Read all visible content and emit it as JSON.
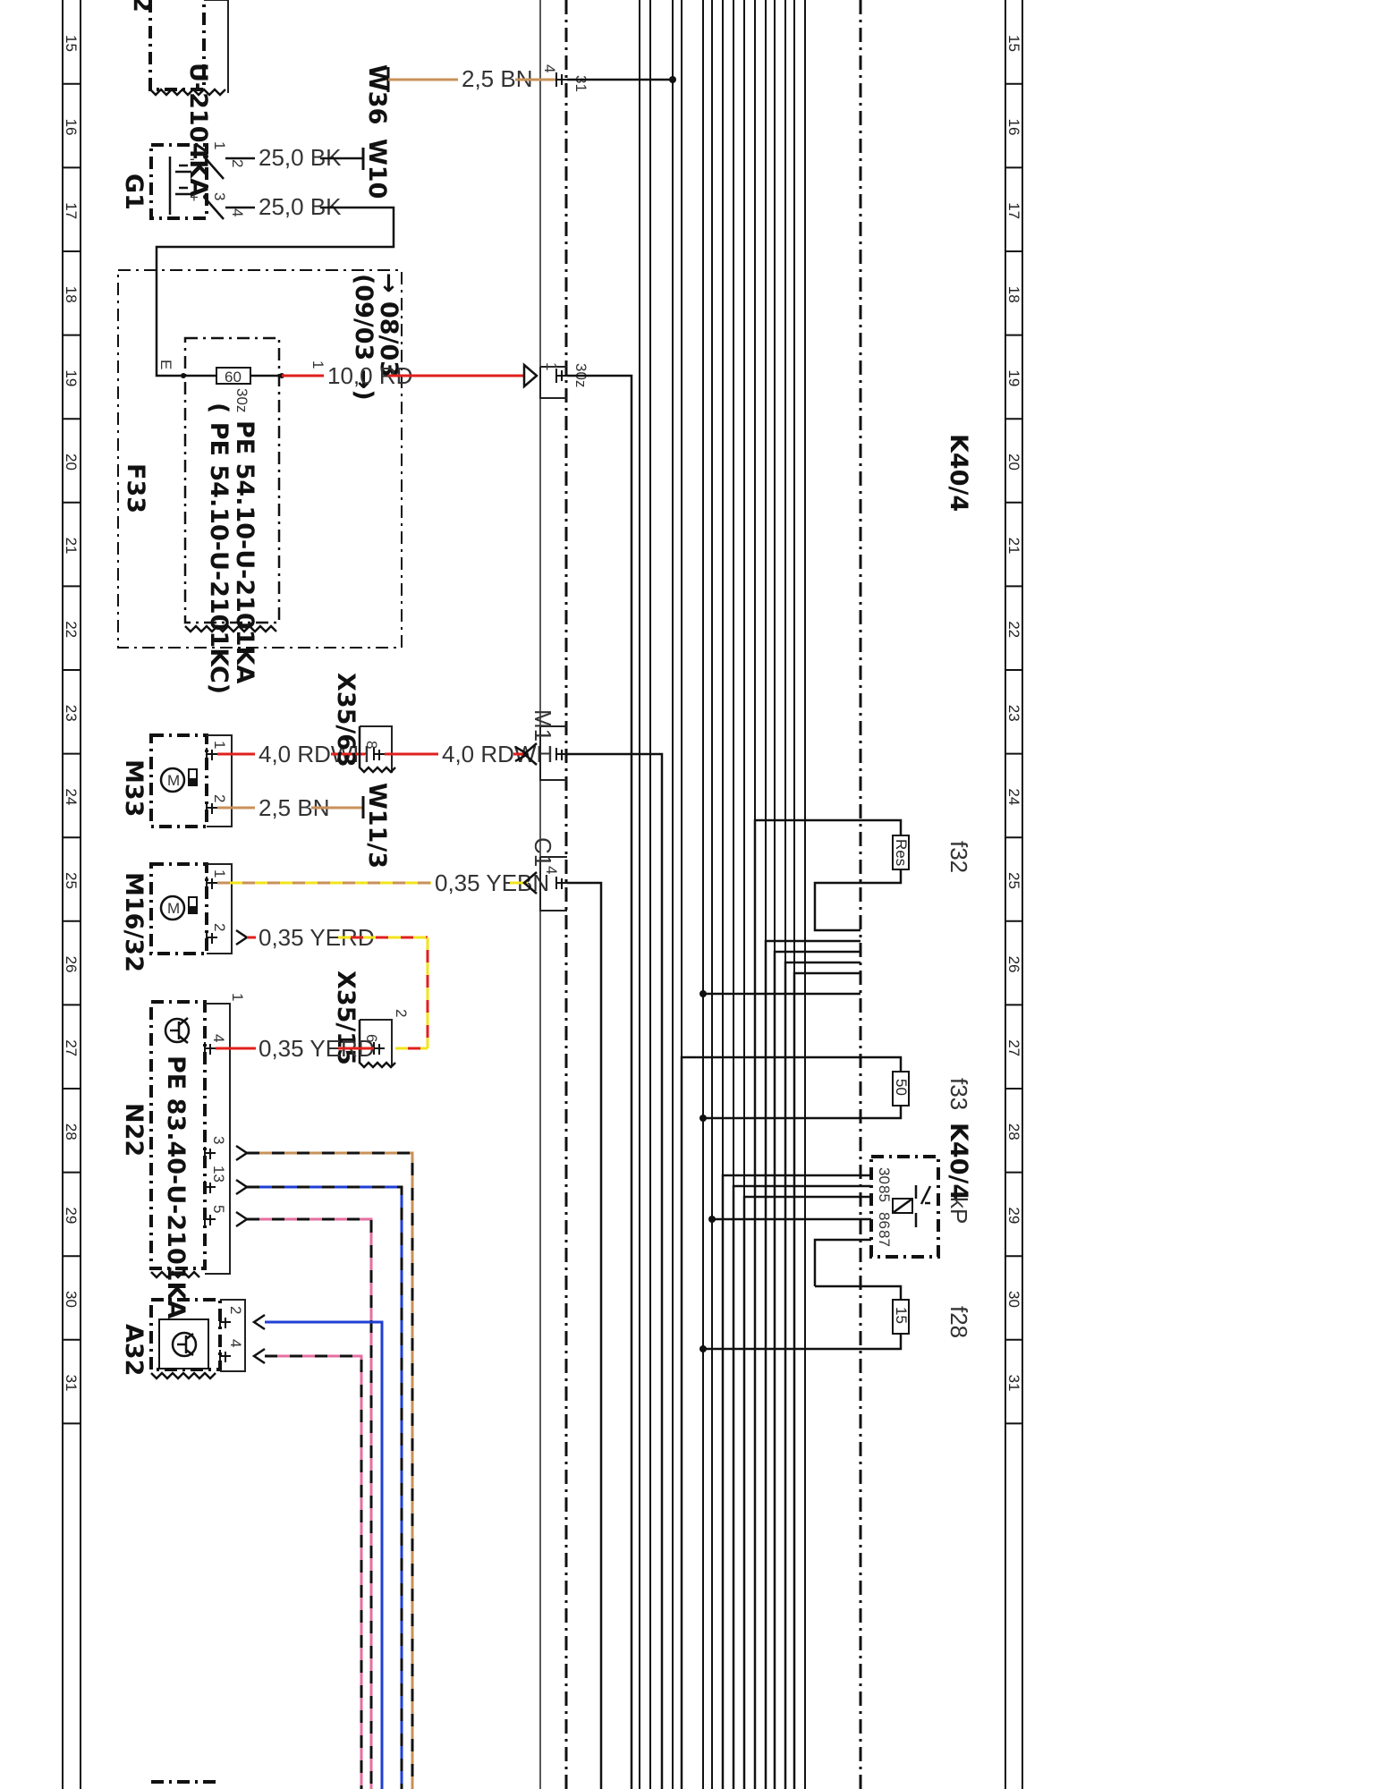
{
  "rows": [
    "15",
    "16",
    "17",
    "18",
    "19",
    "20",
    "21",
    "22",
    "23",
    "24",
    "25",
    "26",
    "27",
    "28",
    "29",
    "30",
    "31"
  ],
  "components": {
    "top_ref": "U-2104KA",
    "w36": "W36",
    "g1": "G1",
    "w10": "W10",
    "f33_label": "F33",
    "f33_date_a": "→ 08/03",
    "f33_date_b": "(09/03 →)",
    "f33_ref_a": "PE 54.10-U-2101KA",
    "f33_ref_b": "( PE 54.10-U-2101KC)",
    "fuse_rating": "60",
    "fuse_term": "30z",
    "term_e": "E",
    "term_1": "1",
    "x35_63": "X35/63",
    "w11_3": "W11/3",
    "m33": "M33",
    "m16_32": "M16/32",
    "x35_15": "X35/15",
    "n22": "N22",
    "n22_ref": "PE 83.40-U-2101KA",
    "a32": "A32",
    "k40_4": "K40/4",
    "k40_4_relay": "K40/4",
    "kp": "kP",
    "f32": "f32",
    "f33_small": "f33",
    "f28": "f28",
    "fuse_res": "Res",
    "fuse_50": "50",
    "fuse_15": "15",
    "relay_30": "30",
    "relay_85": "85",
    "relay_86": "86",
    "relay_87": "87",
    "conn_m1": "M1",
    "conn_c1": "C1",
    "term_31": "31",
    "term_30z": "30z",
    "motor_m": "M"
  },
  "wires": {
    "w36": "2,5 BN",
    "g1_a": "25,0 BK",
    "g1_b": "25,0 BK",
    "f33": "10,0 RD",
    "m33_a": "4,0 RDWH",
    "m33_b": "4,0 RDWH",
    "m33_c": "2,5 BN",
    "m16_a": "0,35 YEBN",
    "m16_b": "0,35 YERD",
    "n22_a": "0,35 YERD"
  },
  "pins": {
    "p1": "1",
    "p2": "2",
    "p3": "3",
    "p4": "4",
    "p5": "5",
    "p6": "6",
    "p8": "8",
    "p13": "13"
  },
  "colors": {
    "red": "#e0201c",
    "brown": "#c8915a",
    "yellow": "#f2e41c",
    "blue": "#1f3fd6",
    "pink": "#e56fa0",
    "black": "#111111"
  }
}
